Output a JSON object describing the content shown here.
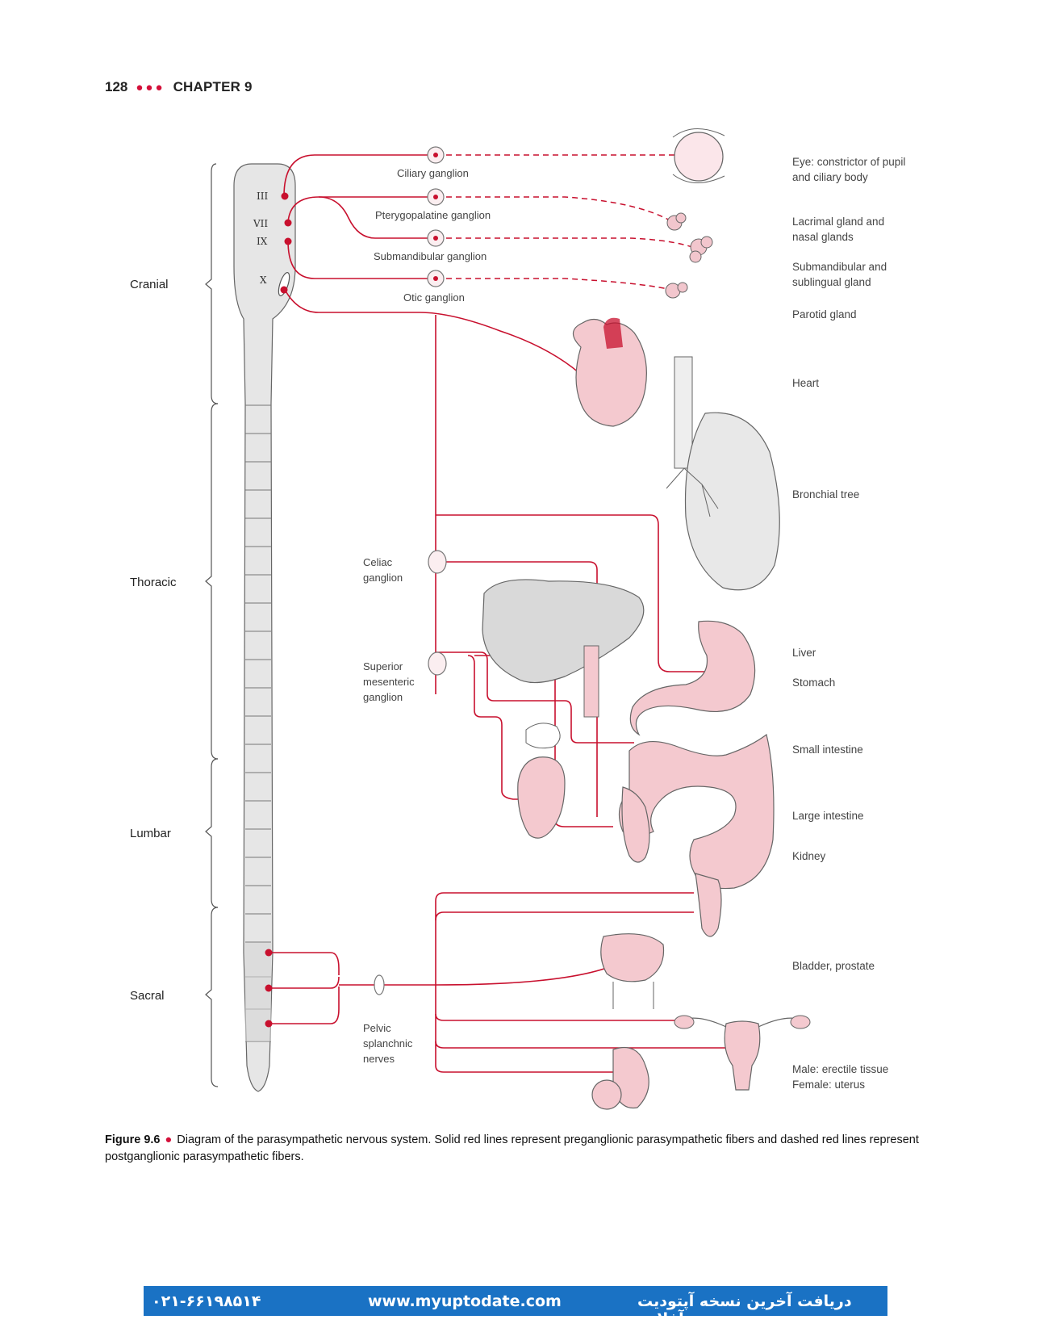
{
  "header": {
    "page_number": "128",
    "chapter": "CHAPTER 9"
  },
  "regions": [
    "Cranial",
    "Thoracic",
    "Lumbar",
    "Sacral"
  ],
  "cranial_nuclei": [
    "III",
    "VII",
    "IX",
    "X"
  ],
  "ganglia": {
    "ciliary": "Ciliary ganglion",
    "pterygopalatine": "Pterygopalatine ganglion",
    "submandibular": "Submandibular ganglion",
    "otic": "Otic ganglion",
    "celiac": [
      "Celiac",
      "ganglion"
    ],
    "superior_mesenteric": [
      "Superior",
      "mesenteric",
      "ganglion"
    ],
    "pelvic_splanchnic": [
      "Pelvic",
      "splanchnic",
      "nerves"
    ]
  },
  "targets": {
    "eye": [
      "Eye: constrictor of pupil",
      "and ciliary body"
    ],
    "lacrimal": [
      "Lacrimal gland and",
      "nasal glands"
    ],
    "submandibular": [
      "Submandibular and",
      "sublingual gland"
    ],
    "parotid": "Parotid gland",
    "heart": "Heart",
    "bronchial": "Bronchial tree",
    "liver": "Liver",
    "stomach": "Stomach",
    "small_intestine": "Small intestine",
    "large_intestine": "Large intestine",
    "kidney": "Kidney",
    "bladder": "Bladder, prostate",
    "genital": [
      "Male: erectile tissue",
      "Female: uterus"
    ]
  },
  "caption": {
    "label": "Figure 9.6",
    "text": "Diagram of the parasympathetic nervous system. Solid red lines represent preganglionic parasympathetic fibers and dashed red lines represent postganglionic parasympathetic fibers."
  },
  "footer": {
    "phone": "۰۲۱-۶۶۱۹۸۵۱۴",
    "url": "www.myuptodate.com",
    "promo": "دریافت آخرین نسخه آپتودیت آفلاین"
  },
  "colors": {
    "nerve": "#c8102e",
    "organ_pink": "#f4c9cf",
    "organ_grey": "#d9d9d9",
    "footer_bg": "#1a72c4"
  }
}
